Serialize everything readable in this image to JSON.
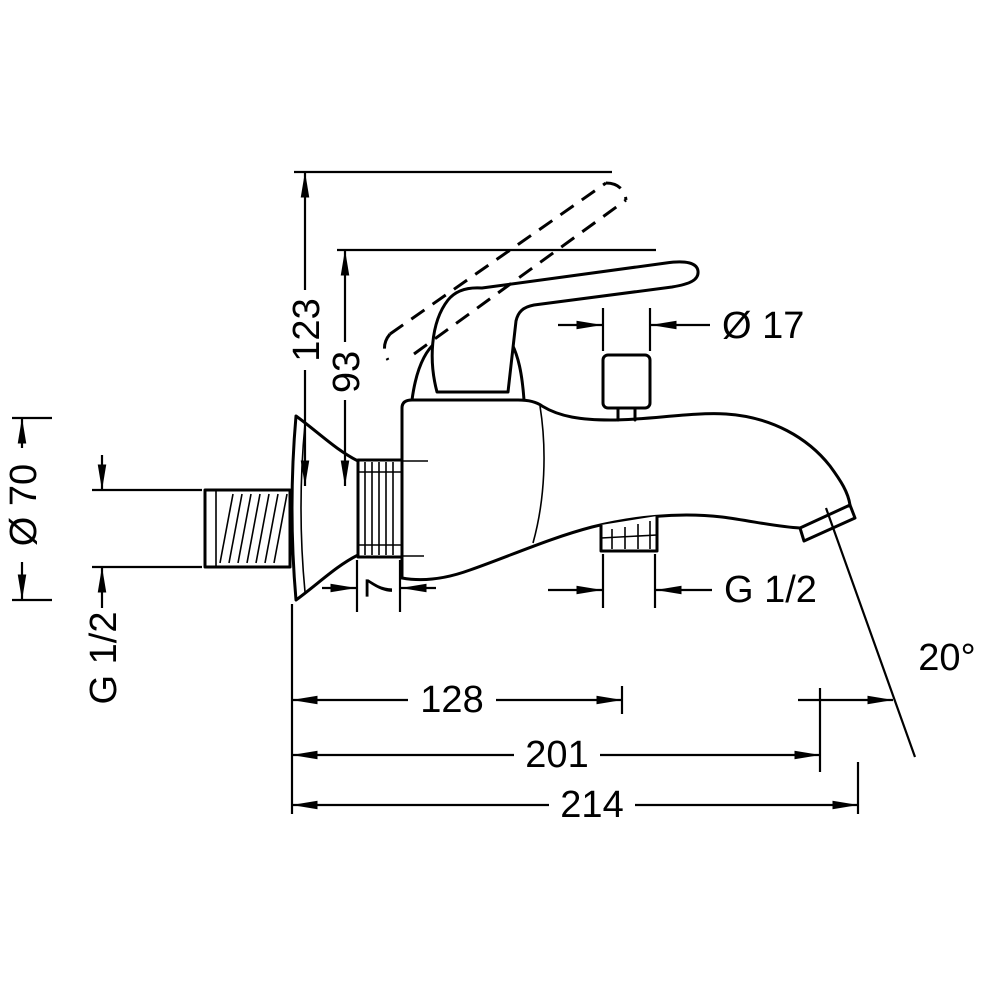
{
  "page": {
    "background": "#ffffff",
    "ink": "#000000"
  },
  "drawing": {
    "kind": "technical dimension drawing",
    "subject": "wall-mounted single-lever bath mixer with diverter, side elevation",
    "labels": {
      "height_total": "123",
      "height_body": "93",
      "diverter_diameter": "Ø 17",
      "escutcheon_diameter": "Ø 70",
      "inlet_thread": "G 1/2",
      "nut_width": "7",
      "outlet_thread": "G 1/2",
      "spout_angle": "20°",
      "depth_to_diverter": "128",
      "depth_to_outlet": "201",
      "depth_total": "214"
    }
  }
}
